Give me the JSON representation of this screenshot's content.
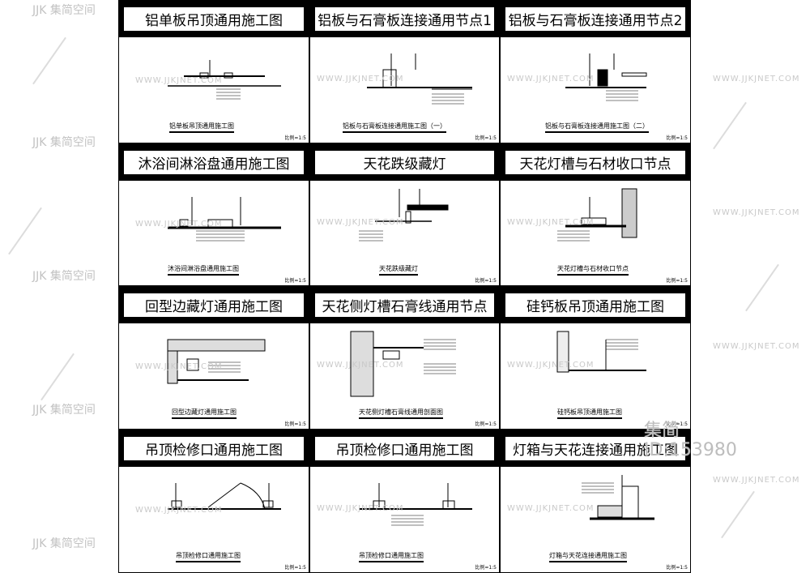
{
  "panels": [
    {
      "title": "铝单板吊顶通用施工图",
      "caption": "铝单板吊顶通用施工图",
      "scale": "比例=1:5"
    },
    {
      "title": "铝板与石膏板连接通用节点1",
      "caption": "铝板与石膏板连接通用施工图（一）",
      "scale": "比例=1:5"
    },
    {
      "title": "铝板与石膏板连接通用节点2",
      "caption": "铝板与石膏板连接通用施工图（二）",
      "scale": "比例=1:5"
    },
    {
      "title": "沐浴间淋浴盘通用施工图",
      "caption": "沐浴间淋浴盘通用施工图",
      "scale": "比例=1:5"
    },
    {
      "title": "天花跌级藏灯",
      "caption": "天花跌级藏灯",
      "scale": "比例=1:5"
    },
    {
      "title": "天花灯槽与石材收口节点",
      "caption": "天花灯槽与石材收口节点",
      "scale": "比例=1:5"
    },
    {
      "title": "回型边藏灯通用施工图",
      "caption": "回型边藏灯通用施工图",
      "scale": "比例=1:5"
    },
    {
      "title": "天花侧灯槽石膏线通用节点",
      "caption": "天花侧灯槽石膏线通用剖面图",
      "scale": "比例=1:5"
    },
    {
      "title": "硅钙板吊顶通用施工图",
      "caption": "硅钙板吊顶通用施工图",
      "scale": "比例=1:5"
    },
    {
      "title": "吊顶检修口通用施工图",
      "caption": "吊顶检修口通用施工图",
      "scale": "比例=1:5"
    },
    {
      "title": "吊顶检修口通用施工图",
      "caption": "吊顶检修口通用施工图",
      "scale": "比例=1:5"
    },
    {
      "title": "灯箱与天花连接通用施工图",
      "caption": "灯箱与天花连接通用施工图",
      "scale": "比例=1:5"
    }
  ],
  "watermark": {
    "logo": "JJK 集简空间",
    "url": "WWW.JJKJNET.COM",
    "brand": "集简",
    "id": "ID:153980"
  }
}
